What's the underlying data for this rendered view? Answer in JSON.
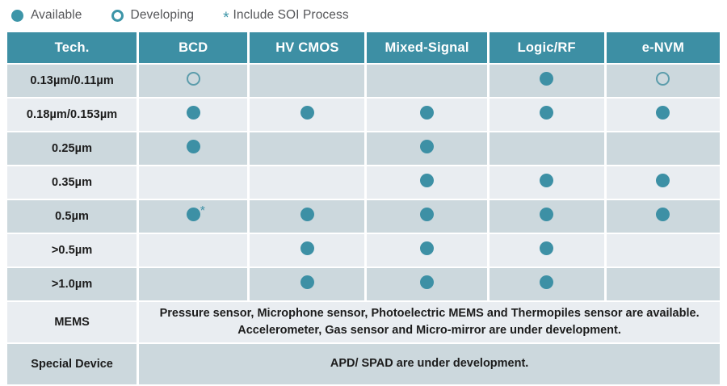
{
  "legend": {
    "items": [
      {
        "marker": "filled-circle-icon",
        "label": "Available"
      },
      {
        "marker": "open-circle-icon",
        "label": "Developing"
      },
      {
        "marker": "asterisk-icon",
        "label": "Include SOI Process",
        "star": "*"
      }
    ]
  },
  "table": {
    "headers": [
      "Tech.",
      "BCD",
      "HV CMOS",
      "Mixed-Signal",
      "Logic/RF",
      "e-NVM"
    ],
    "rows": [
      {
        "tech": "0.13µm/0.11µm",
        "cells": [
          "open",
          "none",
          "none",
          "filled",
          "open"
        ]
      },
      {
        "tech": "0.18µm/0.153µm",
        "cells": [
          "filled",
          "filled",
          "filled",
          "filled",
          "filled"
        ]
      },
      {
        "tech": "0.25µm",
        "cells": [
          "filled",
          "none",
          "filled",
          "none",
          "none"
        ]
      },
      {
        "tech": "0.35µm",
        "cells": [
          "none",
          "none",
          "filled",
          "filled",
          "filled"
        ]
      },
      {
        "tech": "0.5µm",
        "cells": [
          "filled-star",
          "filled",
          "filled",
          "filled",
          "filled"
        ]
      },
      {
        "tech": ">0.5µm",
        "cells": [
          "none",
          "filled",
          "filled",
          "filled",
          "none"
        ]
      },
      {
        "tech": ">1.0µm",
        "cells": [
          "none",
          "filled",
          "filled",
          "filled",
          "none"
        ]
      }
    ],
    "notes": [
      {
        "label": "MEMS",
        "lines": [
          "Pressure sensor, Microphone sensor, Photoelectric MEMS and Thermopiles sensor are available.",
          "Accelerometer, Gas sensor and Micro-mirror are under development."
        ]
      },
      {
        "label": "Special Device",
        "lines": [
          "APD/ SPAD are under development."
        ]
      }
    ],
    "star_symbol": "*"
  },
  "colors": {
    "header_teal": "#3d8fa4",
    "marker_teal": "#3d90a5",
    "row_dark": "#ccd8dd",
    "row_light": "#e9edf1",
    "legend_text": "#555659"
  }
}
